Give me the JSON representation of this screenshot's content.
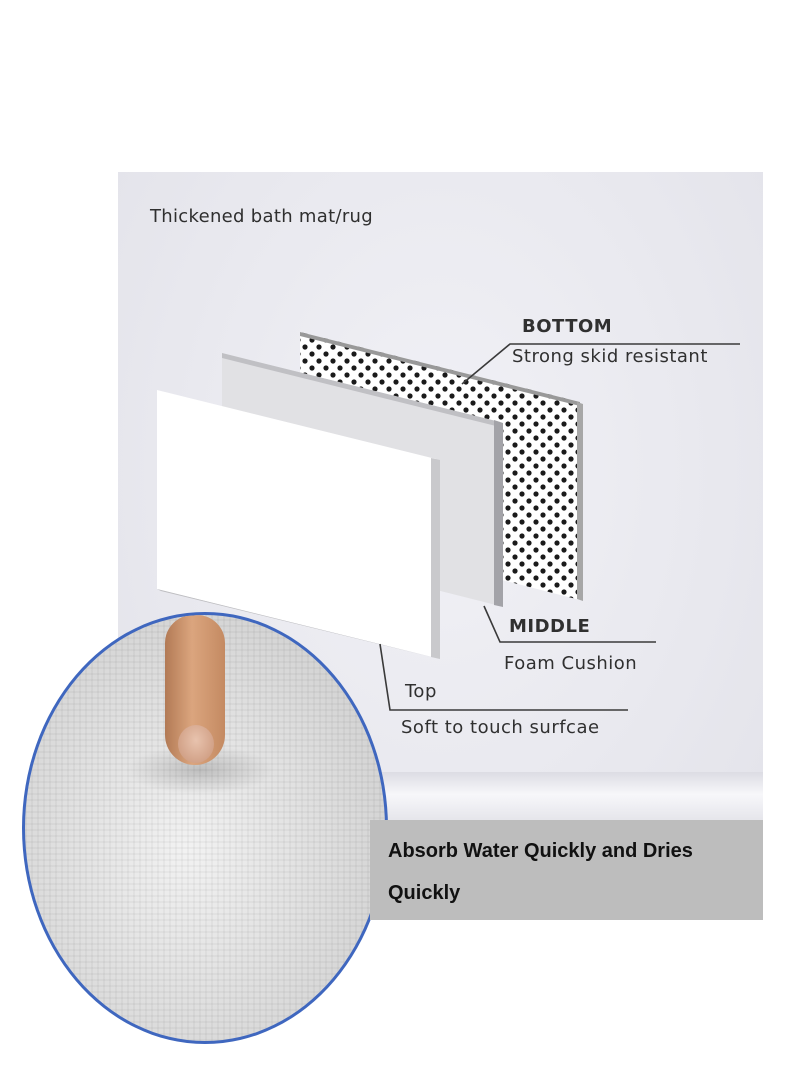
{
  "heading": "Thickened bath mat/rug",
  "labels": {
    "bottom_title": "BOTTOM",
    "bottom_desc": "Strong skid resistant",
    "middle_title": "MIDDLE",
    "middle_desc": "Foam Cushion",
    "top_title": "Top",
    "top_desc": "Soft to touch surfcae"
  },
  "banner": {
    "text": "Absorb Water Quickly and Dries Quickly"
  },
  "colors": {
    "zoom_border": "#3f67bf",
    "banner_bg": "#bdbdbd",
    "dot_color": "#1a1a1a"
  }
}
